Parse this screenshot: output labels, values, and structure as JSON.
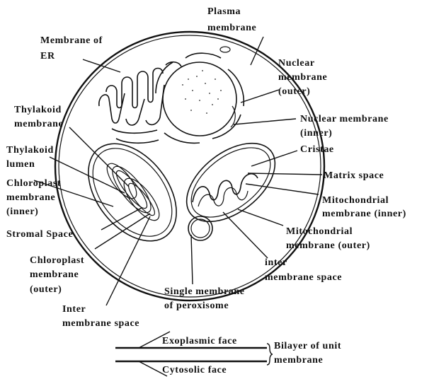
{
  "labels": {
    "plasma_membrane": [
      "Plasma",
      "membrane"
    ],
    "membrane_of_er": [
      "Membrane of",
      "ER"
    ],
    "nuclear_outer": [
      "Nuclear",
      "membrane",
      "(outer)"
    ],
    "nuclear_inner": [
      "Nuclear membrane",
      "(inner)"
    ],
    "thylakoid_membrane": [
      "Thylakoid",
      "membrane"
    ],
    "cristae": [
      "Cristae"
    ],
    "thylakoid_lumen": [
      "Thylakoid",
      "lumen"
    ],
    "matrix_space": [
      "Matrix space"
    ],
    "chloroplast_inner": [
      "Chloroplast",
      "membrane",
      "(inner)"
    ],
    "mito_inner": [
      "Mitochondrial",
      "membrane (inner)"
    ],
    "stromal_space": [
      "Stromal Space"
    ],
    "mito_outer": [
      "Mitochondrial",
      "membrane (outer)"
    ],
    "chloroplast_outer": [
      "Chloroplast",
      "membrane",
      "(outer)"
    ],
    "inter_membrane_right": [
      "inter",
      "membrane space"
    ],
    "peroxisome": [
      "Single membrane",
      "of peroxisome"
    ],
    "inter_membrane_left": [
      "Inter",
      "membrane space"
    ],
    "exoplasmic_face": [
      "Exoplasmic face"
    ],
    "cytosolic_face": [
      "Cytosolic face"
    ],
    "bilayer": [
      "Bilayer of unit",
      "membrane"
    ]
  }
}
